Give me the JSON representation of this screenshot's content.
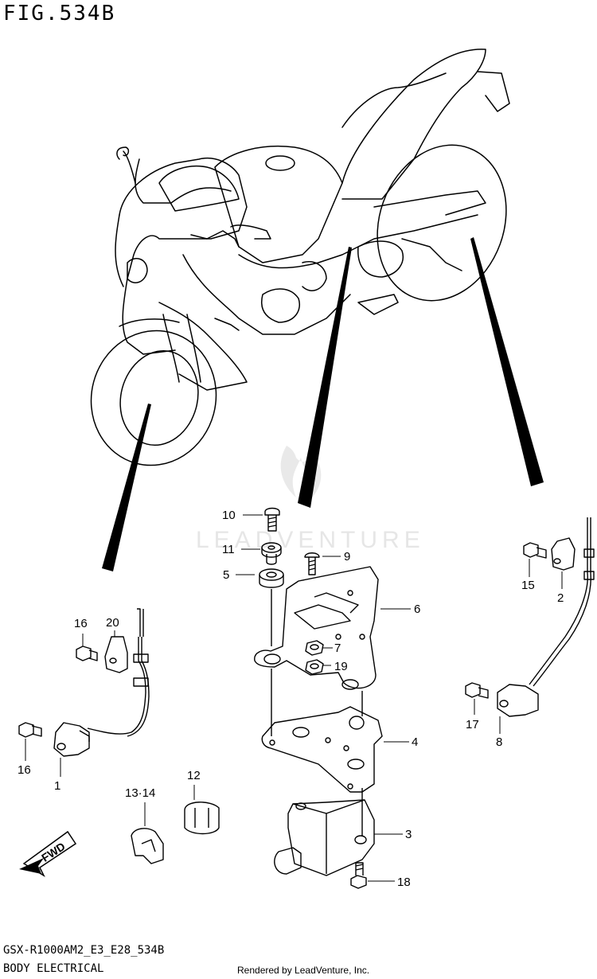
{
  "figure_title": "FIG.534B",
  "reference_code": "GSX-R1000AM2_E3_E28_534B",
  "section_title": "BODY ELECTRICAL",
  "credit": "Rendered by LeadVenture, Inc.",
  "watermark": "LEADVENTURE",
  "fwd_label": "FWD",
  "colors": {
    "line": "#000000",
    "background": "#ffffff",
    "watermark": "#e6e6e6"
  },
  "callouts": [
    "1",
    "2",
    "3",
    "4",
    "5",
    "6",
    "7",
    "8",
    "9",
    "10",
    "11",
    "12",
    "13·14",
    "15",
    "16",
    "16",
    "17",
    "18",
    "19",
    "20"
  ]
}
